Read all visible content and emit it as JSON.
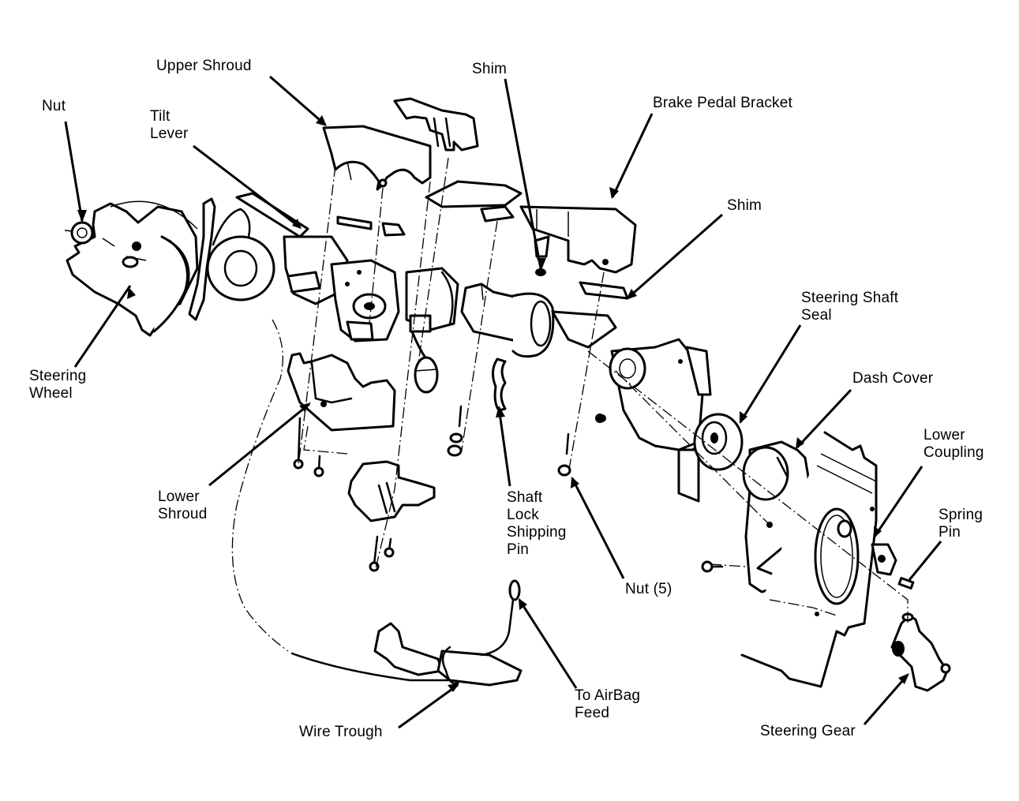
{
  "diagram": {
    "title": "Steering Column Exploded View",
    "background_color": "#ffffff",
    "ink_color": "#000000",
    "labels": {
      "nut": "Nut",
      "upper_shroud": "Upper Shroud",
      "tilt_lever": "Tilt\nLever",
      "shim_top": "Shim",
      "brake_pedal_bracket": "Brake Pedal Bracket",
      "shim_right": "Shim",
      "steering_shaft_seal": "Steering Shaft\nSeal",
      "dash_cover": "Dash Cover",
      "lower_coupling": "Lower\nCoupling",
      "spring_pin": "Spring\nPin",
      "steering_wheel": "Steering\nWheel",
      "lower_shroud": "Lower\nShroud",
      "shaft_lock_shipping_pin": "Shaft\nLock\nShipping\nPin",
      "nut_5": "Nut (5)",
      "to_airbag_feed": "To AirBag\nFeed",
      "wire_trough": "Wire Trough",
      "steering_gear": "Steering Gear"
    }
  }
}
